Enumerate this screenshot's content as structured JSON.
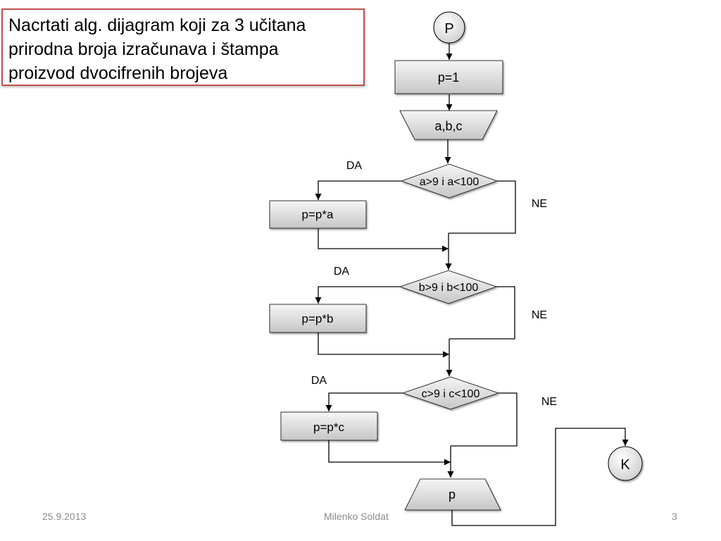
{
  "task": {
    "lines": [
      "Nacrtati alg. dijagram koji za 3 učitana",
      "prirodna broja izračunava i štampa",
      "proizvod dvocifrenih brojeva"
    ]
  },
  "flowchart": {
    "start": "P",
    "init": "p=1",
    "input": "a,b,c",
    "decisions": [
      {
        "condition": "a>9 i a<100",
        "yes": "DA",
        "no": "NE",
        "action": "p=p*a"
      },
      {
        "condition": "b>9 i b<100",
        "yes": "DA",
        "no": "NE",
        "action": "p=p*b"
      },
      {
        "condition": "c>9 i c<100",
        "yes": "DA",
        "no": "NE",
        "action": "p=p*c"
      }
    ],
    "output": "p",
    "end": "K"
  },
  "footer": {
    "date": "25.9.2013",
    "author": "Milenko Soldat",
    "page": "3"
  },
  "colors": {
    "task_border": "#c0504d",
    "shape_fill_light": "#f2f2f2",
    "shape_fill_dark": "#c8c8c8",
    "footer_text": "#8b8b8b"
  }
}
